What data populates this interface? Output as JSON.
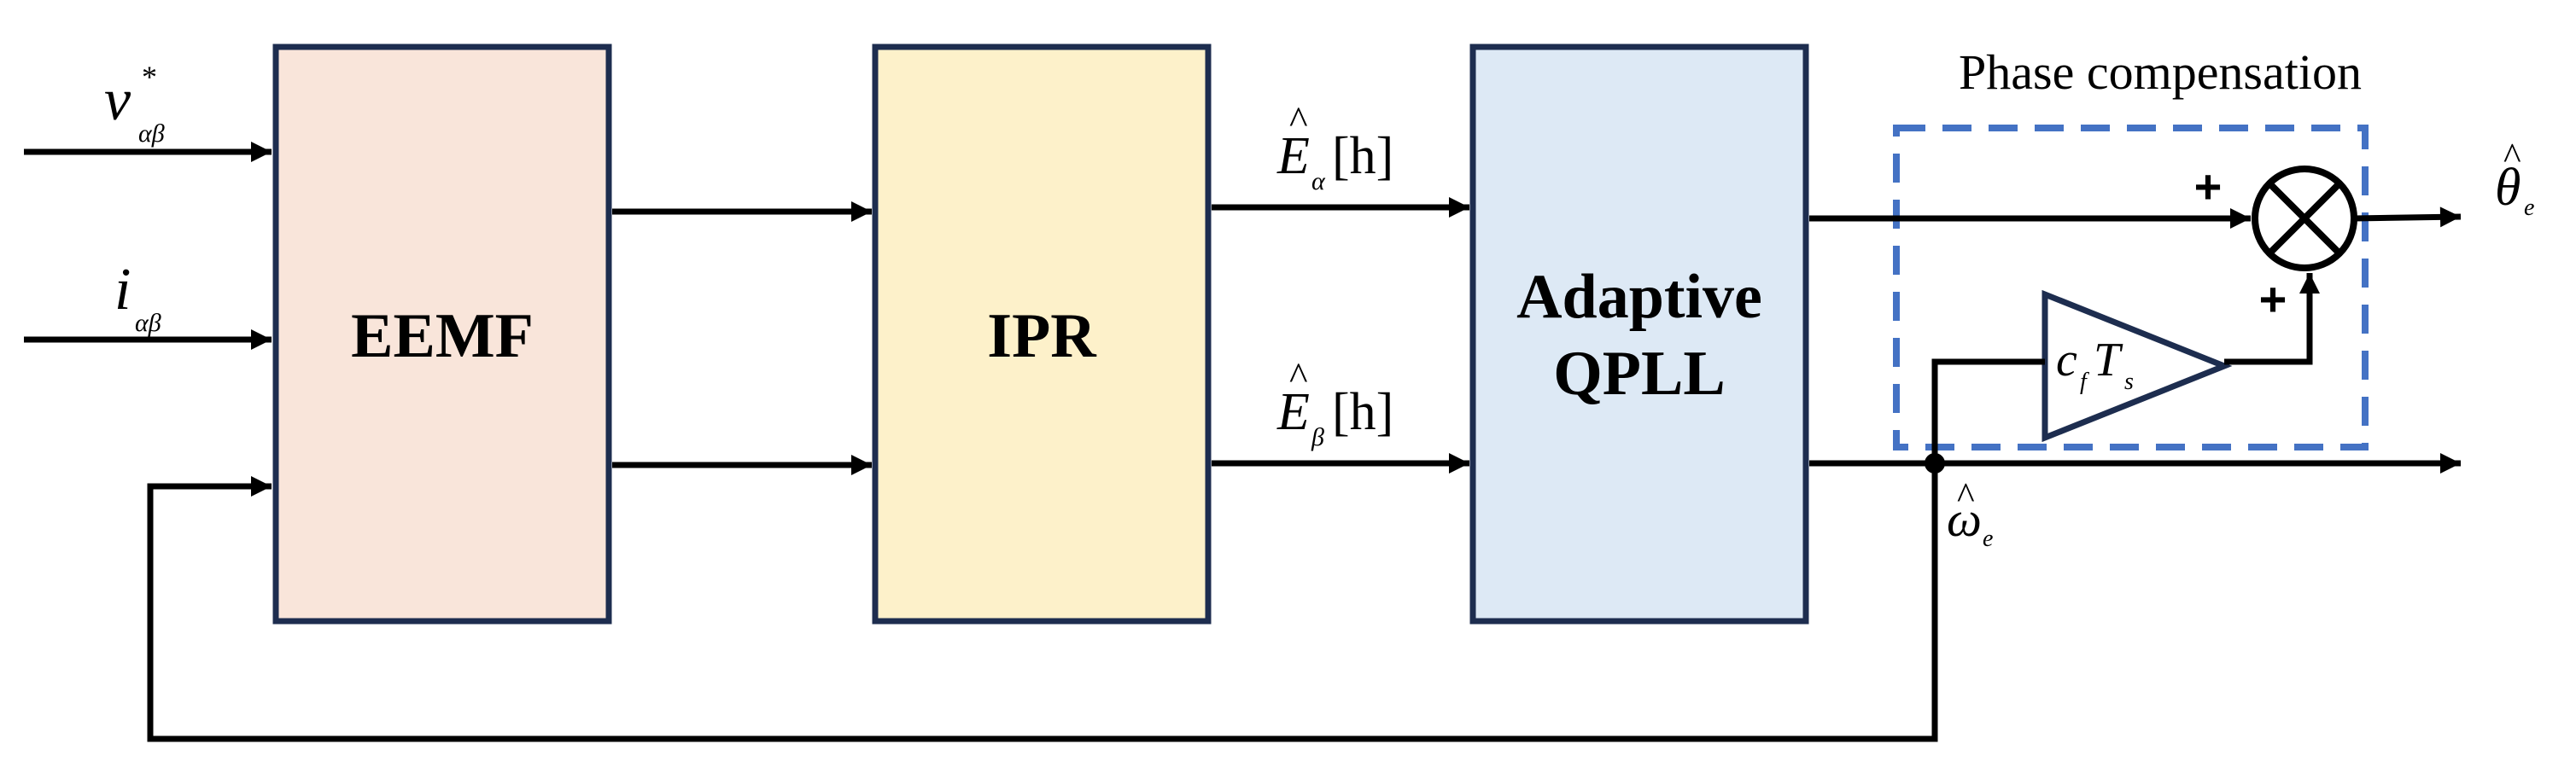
{
  "colors": {
    "eemf_fill": "#f9e5da",
    "ipr_fill": "#fdf1ca",
    "qpll_fill": "#dde9f5",
    "block_border": "#1d2d4f",
    "dashed_box": "#4472c4",
    "line": "#000000"
  },
  "blocks": {
    "eemf": {
      "label": "EEMF"
    },
    "ipr": {
      "label": "IPR"
    },
    "qpll": {
      "line1": "Adaptive",
      "line2": "QPLL"
    }
  },
  "inputs": {
    "v": {
      "main": "v",
      "sup": "*",
      "sub": "αβ"
    },
    "i": {
      "main": "i",
      "sub": "αβ"
    }
  },
  "signals": {
    "e_alpha": {
      "main": "E",
      "sub": "α",
      "suffix": "[h]"
    },
    "e_beta": {
      "main": "E",
      "sub": "β",
      "suffix": "[h]"
    },
    "omega": {
      "main": "ω",
      "sub": "e"
    },
    "theta": {
      "main": "θ",
      "sub": "e"
    }
  },
  "phase_compensation": {
    "title": "Phase compensation",
    "gain": {
      "c": "c",
      "c_sub": "f",
      "t": "T",
      "t_sub": "s"
    },
    "plus_top": "+",
    "plus_bottom": "+"
  }
}
